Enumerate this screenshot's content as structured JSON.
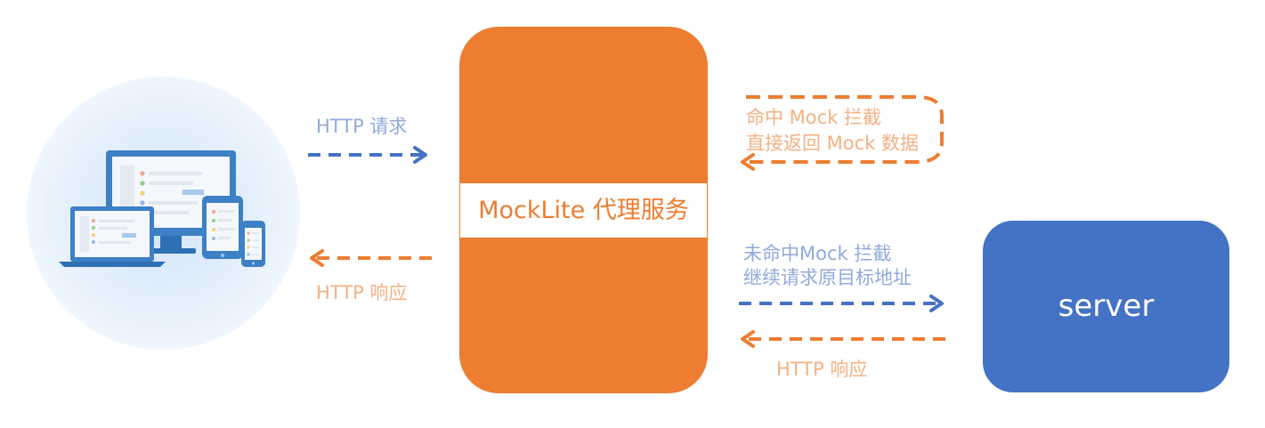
{
  "proxy": {
    "label": "MockLite 代理服务"
  },
  "server": {
    "label": "server"
  },
  "client_to_proxy": {
    "label": "HTTP 请求"
  },
  "proxy_to_client": {
    "label": "HTTP 响应"
  },
  "mock_hit": {
    "line1": "命中 Mock 拦截",
    "line2": "直接返回 Mock 数据"
  },
  "mock_miss": {
    "line1": "未命中Mock 拦截",
    "line2": "继续请求原目标地址"
  },
  "server_to_proxy": {
    "label": "HTTP 响应"
  },
  "colors": {
    "proxy_orange": "#ed7d31",
    "server_blue": "#4472c4",
    "request_arrow_blue": "#4472c4",
    "response_arrow_orange": "#ed7d31",
    "label_blue": "#8faadc",
    "label_orange": "#f4b183"
  },
  "icons": {
    "client": "multi-device-icon"
  }
}
